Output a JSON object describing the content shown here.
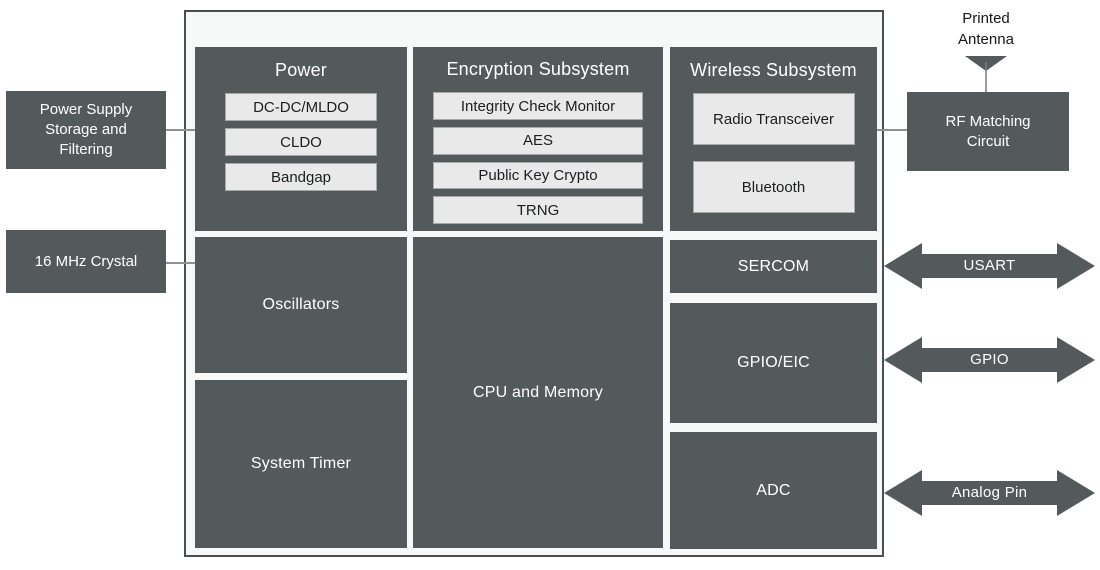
{
  "external": {
    "power_supply_label": "Power Supply\nStorage and\nFiltering",
    "crystal_label": "16 MHz Crystal",
    "printed_antenna_label": "Printed\nAntenna",
    "rf_matching_label": "RF Matching\nCircuit"
  },
  "chip": {
    "power": {
      "title": "Power",
      "items": [
        "DC-DC/MLDO",
        "CLDO",
        "Bandgap"
      ]
    },
    "encryption": {
      "title": "Encryption Subsystem",
      "items": [
        "Integrity Check Monitor",
        "AES",
        "Public Key Crypto",
        "TRNG"
      ]
    },
    "wireless": {
      "title": "Wireless Subsystem",
      "items": [
        "Radio Transceiver",
        "Bluetooth"
      ]
    },
    "blocks": {
      "oscillators": "Oscillators",
      "system_timer": "System Timer",
      "cpu_memory": "CPU and Memory",
      "sercom": "SERCOM",
      "gpio_eic": "GPIO/EIC",
      "adc": "ADC"
    }
  },
  "arrows": [
    {
      "label": "USART"
    },
    {
      "label": "GPIO"
    },
    {
      "label": "Analog Pin"
    }
  ],
  "colors": {
    "block_fill": "#54595C",
    "subblock_fill": "#E9E9E9",
    "subblock_border": "#A6A9AA",
    "chip_fill": "#F7F8F8",
    "chip_border": "#4A4E50",
    "wire": "#8E9192",
    "text_on_dark": "#FFFFFF",
    "text_on_light": "#1B1D1E"
  }
}
